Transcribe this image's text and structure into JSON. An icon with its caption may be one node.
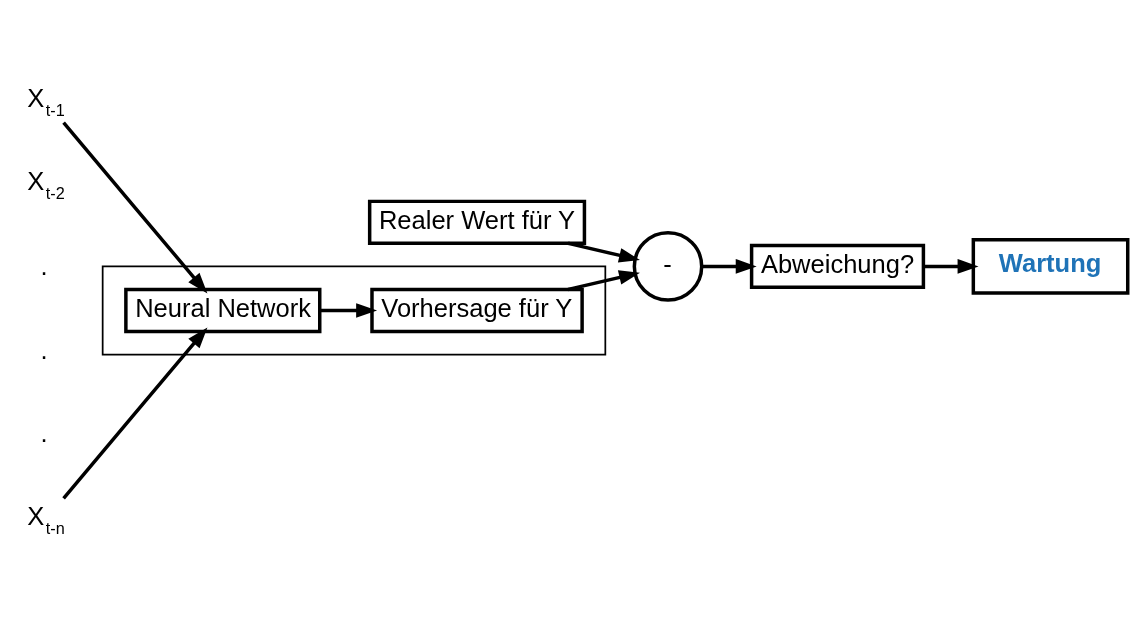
{
  "diagram": {
    "nodes": [
      {
        "text": [],
        "shape": "box"
      },
      {
        "text": [
          "Neural Network"
        ],
        "in": 0
      },
      {
        "text": [
          "Vorhersage für Y"
        ],
        "in": 0
      },
      {
        "text": [
          "X$_{t-1}$"
        ]
      },
      {
        "text": [
          "X$_{t-n}$"
        ]
      },
      {
        "text": [
          "Realer Wert für Y"
        ]
      },
      {
        "text": [
          "-"
        ]
      },
      {
        "text": [
          "Abweichung?"
        ]
      },
      {
        "text": [
          "Wartung"
        ]
      }
    ],
    "edges": [
      {
        "from": 3,
        "to": 1,
        "arrow": "to"
      },
      {
        "from": 4,
        "to": 1,
        "arrow": "to"
      },
      {
        "from": 1,
        "to": 2,
        "arrow": "to"
      },
      {
        "from": 2,
        "to": 6,
        "arrow": "to"
      },
      {
        "from": 5,
        "to": 6,
        "arrow": "to"
      },
      {
        "from": 6,
        "to": 7,
        "arrow": "to"
      },
      {
        "from": 7,
        "to": 8,
        "arrow": "to"
      }
    ],
    "labels": [
      "X$_{t-2}$",
      ".",
      ".",
      "."
    ]
  }
}
